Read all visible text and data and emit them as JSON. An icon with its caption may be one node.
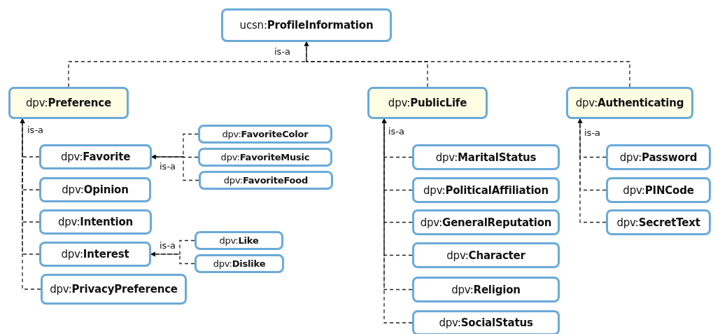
{
  "diagram": {
    "nodes": [
      {
        "text": [
          "ucsn:**ProfileInformation**"
        ]
      },
      {
        "text": [
          "dpv:**Preference**"
        ]
      },
      {
        "text": [
          "dpv:**Favorite**"
        ]
      },
      {
        "text": [
          "dpv:**FavoriteColor**"
        ]
      },
      {
        "text": [
          "dpv:**FavoriteMusic**"
        ]
      },
      {
        "text": [
          "dpv:**FavoriteFood**"
        ]
      },
      {
        "text": [
          "dpv:**Opinion**"
        ]
      },
      {
        "text": [
          "dpv:**Intention**"
        ]
      },
      {
        "text": [
          "dpv:**Interest**"
        ]
      },
      {
        "text": [
          "dpv:**Like**"
        ]
      },
      {
        "text": [
          "dpv:**Dislike**"
        ]
      },
      {
        "text": [
          "dpv:**PrivacyPreference**"
        ]
      },
      {
        "text": [
          "dpv:**PublicLife**"
        ]
      },
      {
        "text": [
          "dpv:**MaritalStatus**"
        ]
      },
      {
        "text": [
          "dpv:**PoliticalAffiliation**"
        ]
      },
      {
        "text": [
          "dpv:**GeneralReputation**"
        ]
      },
      {
        "text": [
          "dpv:**Character**"
        ]
      },
      {
        "text": [
          "dpv:**Religion**"
        ]
      },
      {
        "text": [
          "dpv:**SocialStatus**"
        ]
      },
      {
        "text": [
          "dpv:**Authenticating**"
        ]
      },
      {
        "text": [
          "dpv:**Password**"
        ]
      },
      {
        "text": [
          "dpv:**PINCode**"
        ]
      },
      {
        "text": [
          "dpv:**SecretText**"
        ]
      }
    ],
    "edges": [
      {
        "from": 1,
        "to": 0,
        "arrow": "to",
        "style": "dashed",
        "label": "is-a"
      },
      {
        "from": 12,
        "to": 0,
        "arrow": "to",
        "style": "dashed"
      },
      {
        "from": 19,
        "to": 0,
        "arrow": "to",
        "style": "dashed"
      },
      {
        "from": 2,
        "to": 1,
        "arrow": "to",
        "style": "dashed",
        "label": "is-a"
      },
      {
        "from": 6,
        "to": 1,
        "arrow": "to",
        "style": "dashed"
      },
      {
        "from": 7,
        "to": 1,
        "arrow": "to",
        "style": "dashed"
      },
      {
        "from": 8,
        "to": 1,
        "arrow": "to",
        "style": "dashed"
      },
      {
        "from": 11,
        "to": 1,
        "arrow": "to",
        "style": "dashed"
      },
      {
        "from": 3,
        "to": 2,
        "arrow": "to",
        "style": "dashed"
      },
      {
        "from": 4,
        "to": 2,
        "arrow": "to",
        "style": "dashed",
        "label": "is-a"
      },
      {
        "from": 5,
        "to": 2,
        "arrow": "to",
        "style": "dashed"
      },
      {
        "from": 9,
        "to": 8,
        "arrow": "to",
        "style": "dashed",
        "label": "is-a"
      },
      {
        "from": 10,
        "to": 8,
        "arrow": "to",
        "style": "dashed"
      },
      {
        "from": 13,
        "to": 12,
        "arrow": "to",
        "style": "dashed",
        "label": "is-a"
      },
      {
        "from": 14,
        "to": 12,
        "arrow": "to",
        "style": "dashed"
      },
      {
        "from": 15,
        "to": 12,
        "arrow": "to",
        "style": "dashed"
      },
      {
        "from": 16,
        "to": 12,
        "arrow": "to",
        "style": "dashed"
      },
      {
        "from": 17,
        "to": 12,
        "arrow": "to",
        "style": "dashed"
      },
      {
        "from": 18,
        "to": 12,
        "arrow": "to",
        "style": "dashed"
      },
      {
        "from": 20,
        "to": 19,
        "arrow": "to",
        "style": "dashed",
        "label": "is-a"
      },
      {
        "from": 21,
        "to": 19,
        "arrow": "to",
        "style": "dashed"
      },
      {
        "from": 22,
        "to": 19,
        "arrow": "to",
        "style": "dashed"
      }
    ]
  }
}
